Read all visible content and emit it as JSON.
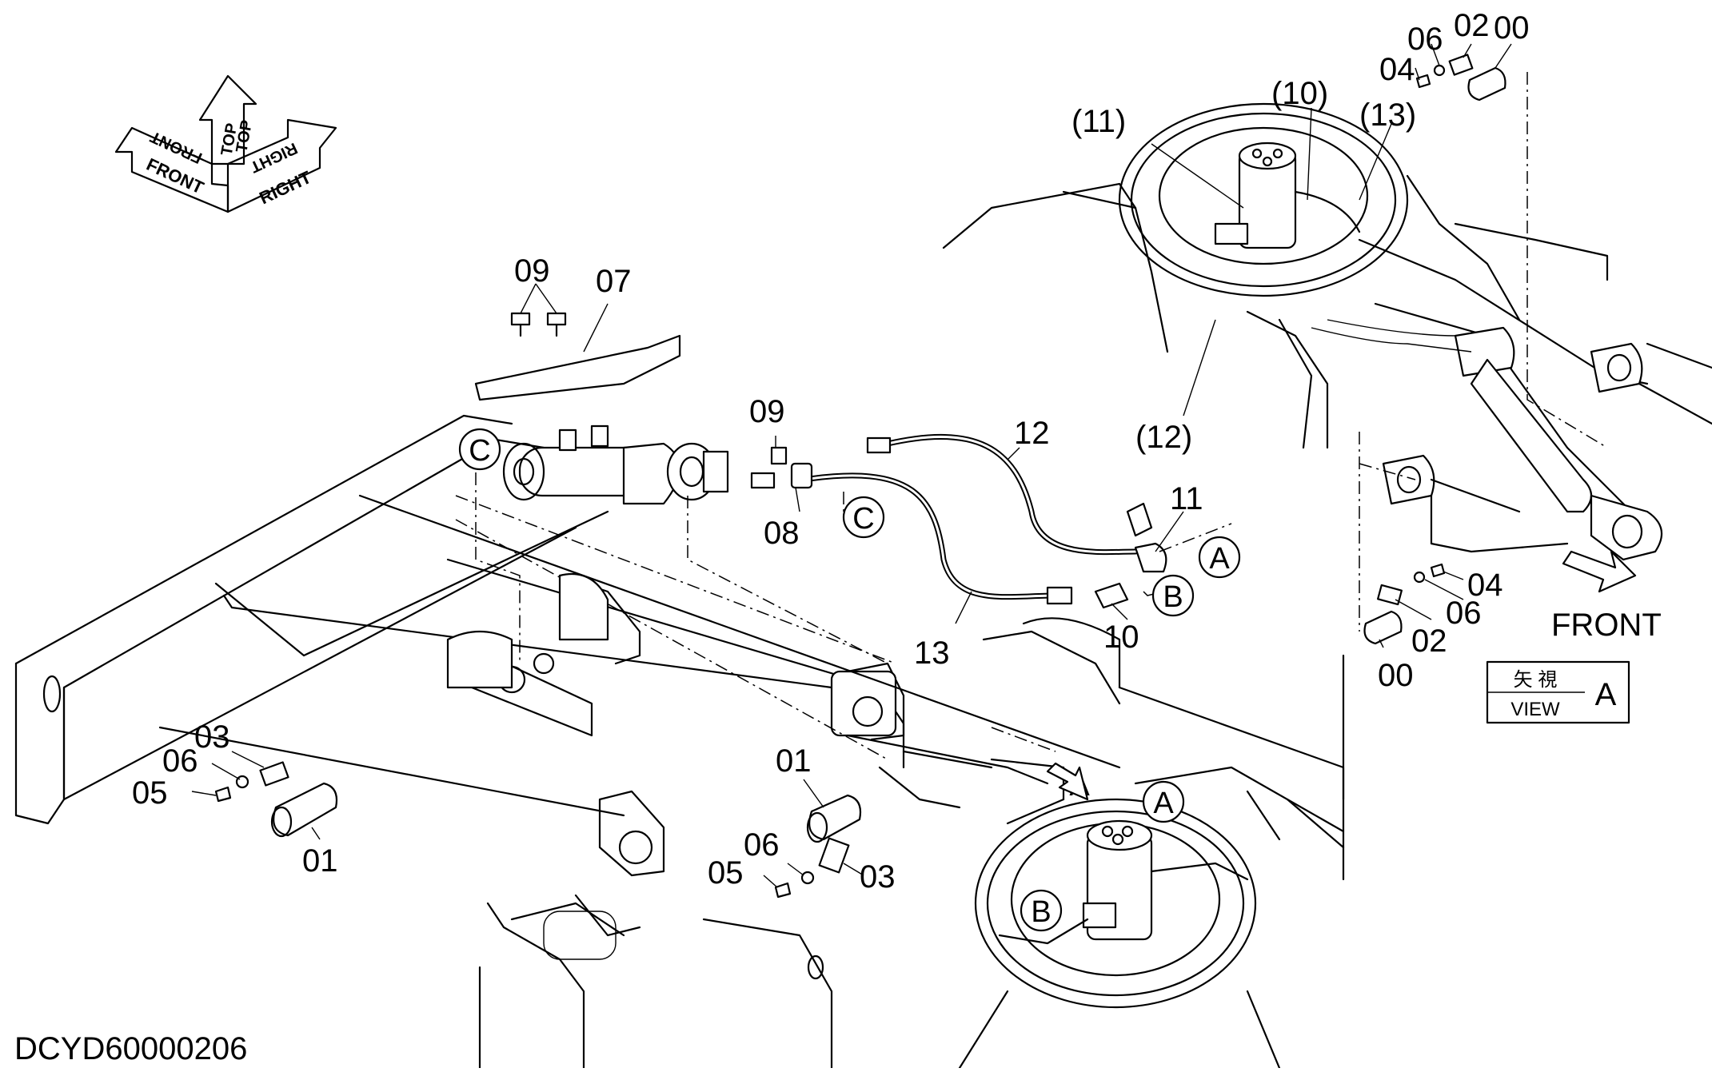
{
  "drawing_code": "DCYD60000206",
  "orientation_arrows": {
    "front": "FRONT",
    "top": "TOP",
    "right": "RIGHT"
  },
  "front_indicator": "FRONT",
  "view_box": {
    "japanese": "矢 視",
    "english": "VIEW",
    "letter": "A"
  },
  "reference_circles": {
    "a": "A",
    "b": "B",
    "c": "C"
  },
  "view_marker": "A",
  "part_callouts": {
    "p00": "00",
    "p01": "01",
    "p02": "02",
    "p03": "03",
    "p04": "04",
    "p05": "05",
    "p06": "06",
    "p07": "07",
    "p08": "08",
    "p09": "09",
    "p10": "10",
    "p11": "11",
    "p12": "12",
    "p13": "13",
    "p10_ref": "(10)",
    "p11_ref": "(11)",
    "p12_ref": "(12)",
    "p13_ref": "(13)"
  }
}
